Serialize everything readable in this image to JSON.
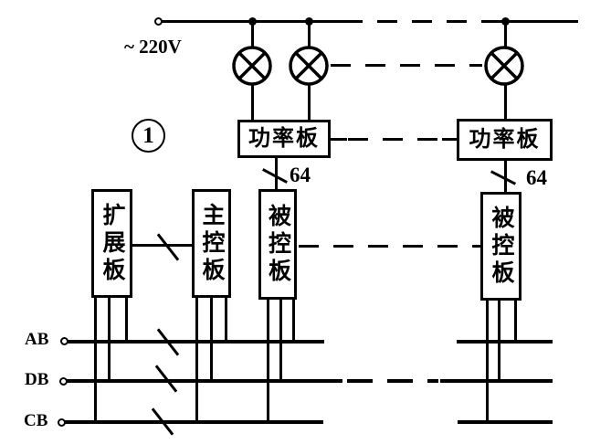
{
  "labels": {
    "power": "~ 220V",
    "circled_number": "1",
    "bus64_left": "64",
    "bus64_right": "64"
  },
  "boards": {
    "power_left": "功率板",
    "power_right": "功率板",
    "expansion": "扩展板",
    "main_control": "主控板",
    "controlled_left": "被控板",
    "controlled_right": "被控板"
  },
  "buses": {
    "ab": "AB",
    "db": "DB",
    "cb": "CB"
  },
  "colors": {
    "ink": "#000000",
    "background": "#ffffff"
  }
}
